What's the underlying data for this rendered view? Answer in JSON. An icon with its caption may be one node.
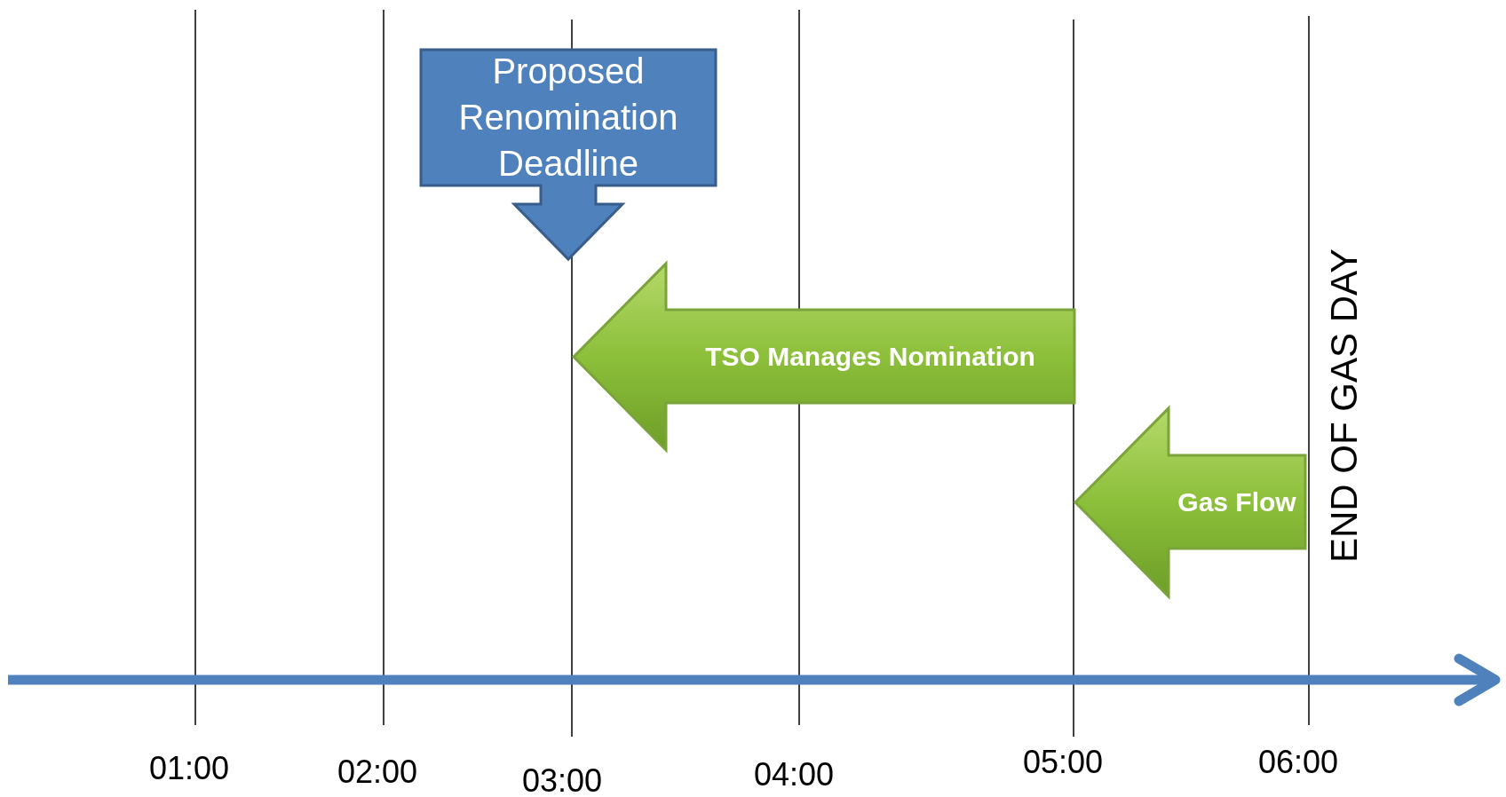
{
  "diagram": {
    "nodes": [
      {
        "text": [
          "Proposed Renomination Deadline"
        ]
      },
      {
        "text": [
          "TSO Manages Nomination"
        ]
      },
      {
        "text": [
          "Gas Flow"
        ]
      }
    ],
    "labels": [
      "END OF GAS DAY",
      "01:00",
      "02:00",
      "03:00",
      "04:00",
      "05:00",
      "06:00"
    ]
  }
}
